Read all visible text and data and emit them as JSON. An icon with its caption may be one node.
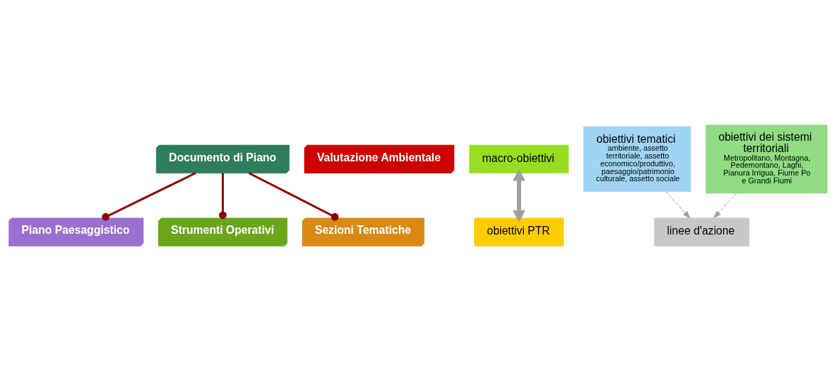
{
  "diagram": {
    "nodes": [
      {
        "text": [
          "Documento di Piano"
        ]
      },
      {
        "text": [
          "Piano Paesaggistico"
        ]
      },
      {
        "text": [
          "Strumenti Operativi"
        ]
      },
      {
        "text": [
          "Sezioni Tematiche"
        ]
      },
      {
        "text": [
          "Valutazione Ambientale"
        ]
      },
      {
        "text": [
          "macro-obiettivi"
        ]
      },
      {
        "text": [
          "obiettivi PTR"
        ]
      },
      {
        "text": [
          "obiettivi tematici",
          "ambiente, assetto territoriale, assetto economico/produttivo, paesaggio/patrimonio culturale, assetto sociale"
        ]
      },
      {
        "text": [
          "obiettivi dei sistemi territoriali",
          "Metropolitano, Montagna, Pedemontano, Laghi, Pianura Irrigua, Fiume Po e Grandi Fiumi"
        ]
      },
      {
        "text": [
          "linee d'azione"
        ]
      }
    ],
    "edges": [
      {
        "from": 0,
        "to": 1,
        "arrow": "other"
      },
      {
        "from": 0,
        "to": 2,
        "arrow": "other"
      },
      {
        "from": 0,
        "to": 3,
        "arrow": "other"
      },
      {
        "from": 5,
        "to": 6,
        "arrow": "both",
        "style": "thick",
        "color": "#a0a0a0"
      },
      {
        "from": 7,
        "to": 9,
        "arrow": "to",
        "style": "dashed",
        "color": "#a0a0a0"
      },
      {
        "from": 8,
        "to": 9,
        "arrow": "to",
        "style": "dashed",
        "color": "#a0a0a0"
      }
    ]
  }
}
